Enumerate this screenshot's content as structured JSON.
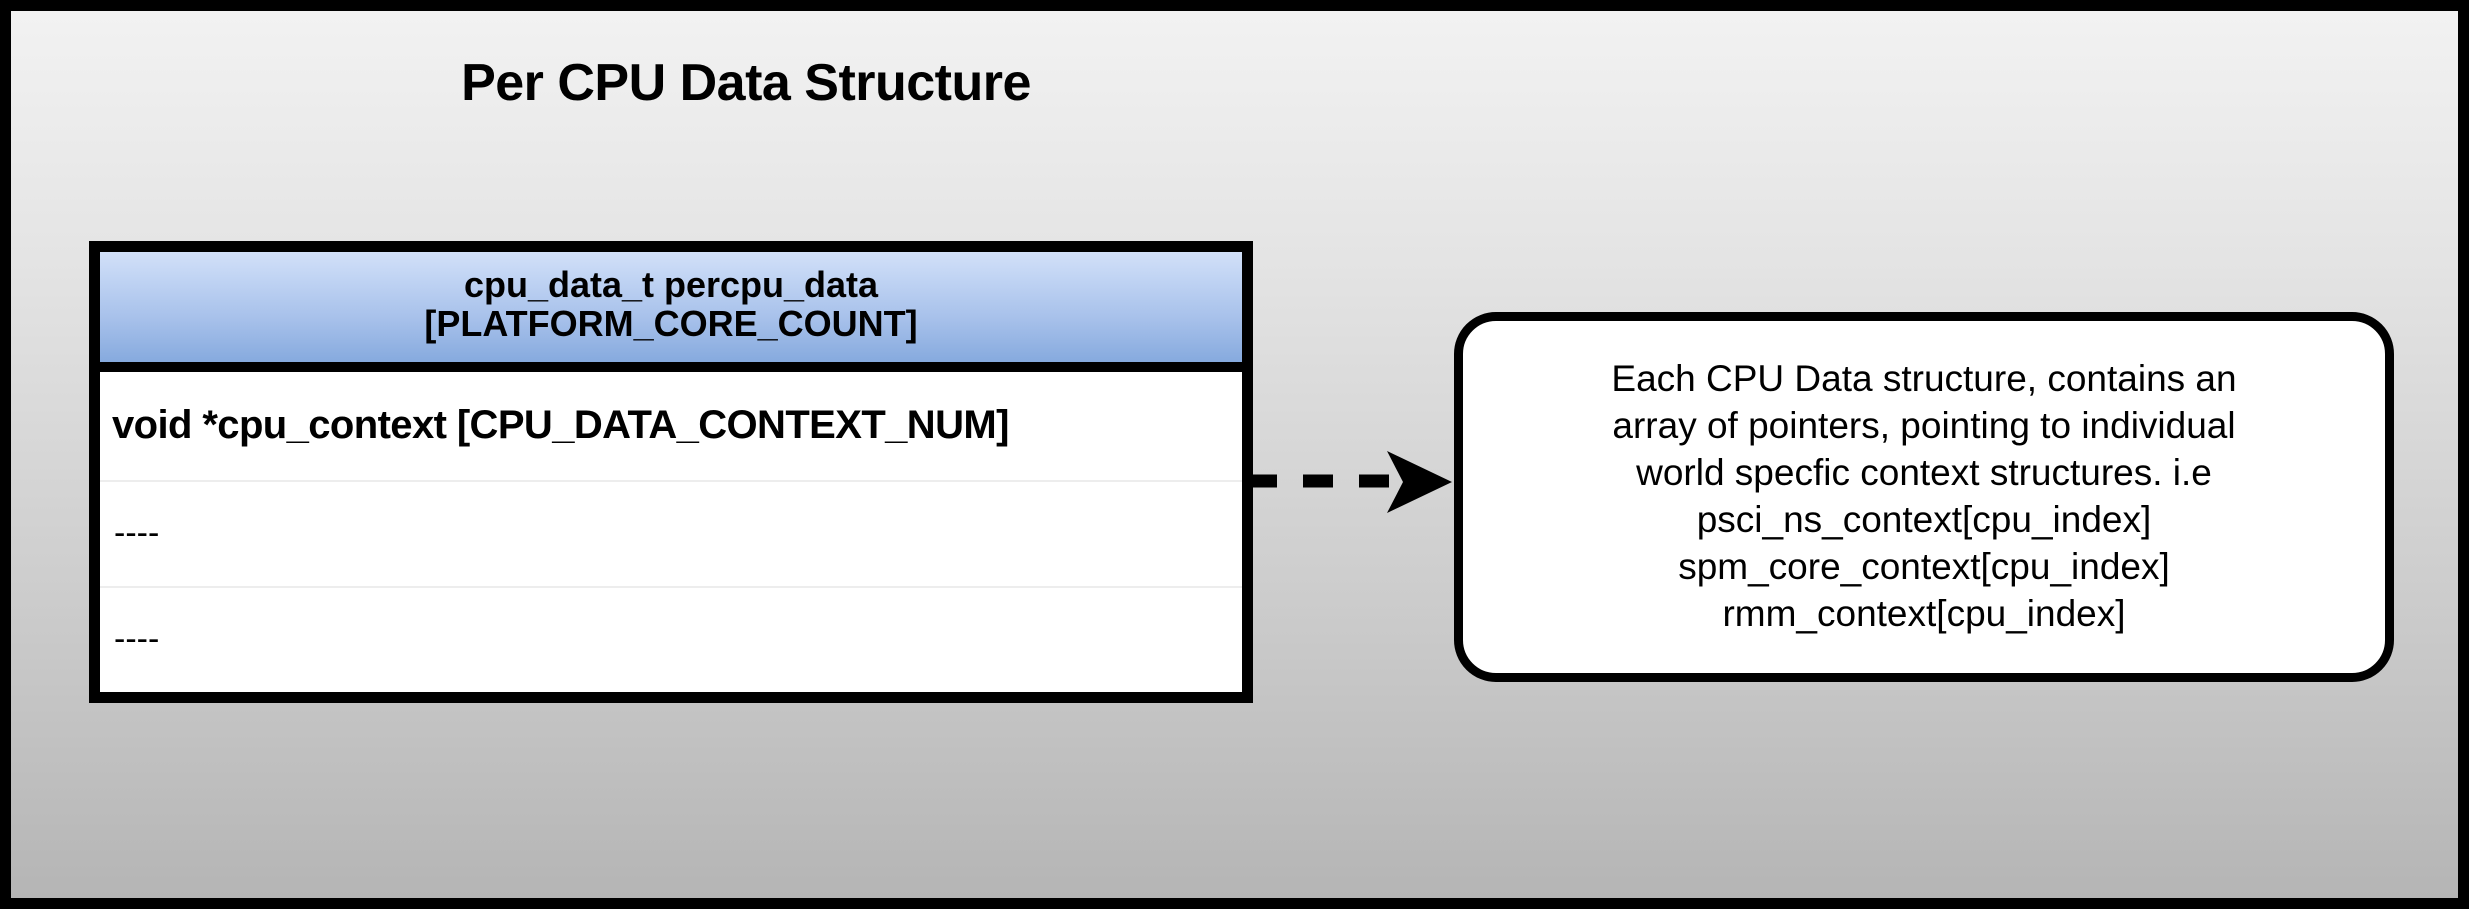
{
  "diagram": {
    "title": "Per CPU Data Structure",
    "background": {
      "gradient_top": "#f2f2f2",
      "gradient_bottom": "#b5b5b5",
      "border_color": "#000000"
    }
  },
  "struct_box": {
    "header": {
      "line1": "cpu_data_t percpu_data",
      "line2": "[PLATFORM_CORE_COUNT]",
      "gradient_top": "#d2e0f8",
      "gradient_bottom": "#86aade"
    },
    "rows": [
      {
        "label": "void *cpu_context [CPU_DATA_CONTEXT_NUM]"
      },
      {
        "label": "----"
      },
      {
        "label": "----"
      }
    ]
  },
  "connector": {
    "style": "dashed-arrow",
    "direction": "right",
    "color": "#000000"
  },
  "callout": {
    "lines": [
      "Each CPU Data structure, contains an",
      "array of pointers, pointing to individual",
      "world specfic context structures. i.e",
      "psci_ns_context[cpu_index]",
      "spm_core_context[cpu_index]",
      "rmm_context[cpu_index]"
    ]
  }
}
